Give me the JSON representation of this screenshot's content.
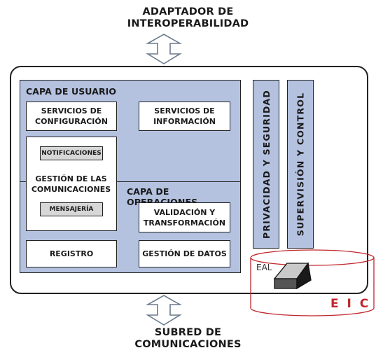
{
  "top_label": [
    "ADAPTADOR DE",
    "INTEROPERABILIDAD"
  ],
  "bottom_label": [
    "SUBRED DE",
    "COMUNICACIONES"
  ],
  "user_layer": {
    "title": "CAPA DE USUARIO",
    "config_service": [
      "SERVICIOS DE",
      "CONFIGURACIÓN"
    ],
    "info_service": [
      "SERVICIOS DE",
      "INFORMACIÓN"
    ]
  },
  "comm_management": {
    "title": [
      "GESTIÓN DE LAS",
      "COMUNICACIONES"
    ],
    "notifications": "NOTIFICACIONES",
    "messaging": "MENSAJERÍA"
  },
  "operations_layer": {
    "title": "CAPA DE OPERACIONES",
    "validation": [
      "VALIDACIÓN Y",
      "TRANSFORMACIÓN"
    ],
    "data_management": "GESTIÓN DE DATOS",
    "registry": "REGISTRO"
  },
  "privacy_security": "PRIVACIDAD Y SEGURIDAD",
  "supervision_control": "SUPERVISIÓN Y CONTROL",
  "eal_label": "EAL",
  "eic_label": "E I C",
  "colors": {
    "layer_fill": "#b4c2e0",
    "eic_red": "#c0262c",
    "subbox_fill": "#d7d7d7"
  }
}
